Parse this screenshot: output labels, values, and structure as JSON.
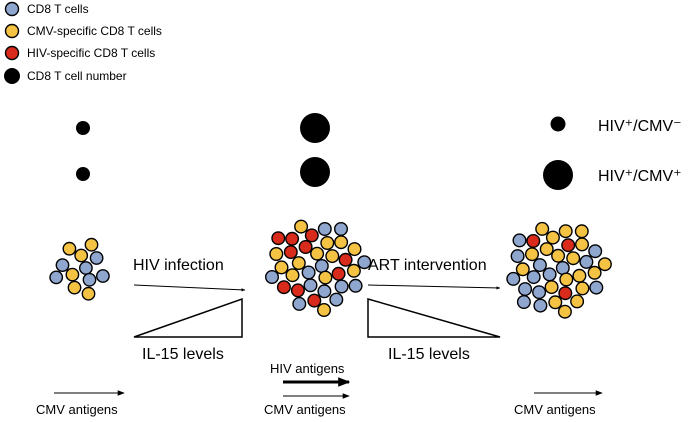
{
  "legend": [
    {
      "label": "CD8 T cells",
      "color": "#8fa6cf"
    },
    {
      "label": "CMV-specific CD8 T cells",
      "color": "#f5c343"
    },
    {
      "label": "HIV-specific CD8 T cells",
      "color": "#d92b1c"
    },
    {
      "label": "CD8 T cell number",
      "color": "#000000"
    }
  ],
  "stages": [
    {
      "name": "baseline",
      "cell_counts": {
        "cd8": 6,
        "cmv": 6,
        "hiv": 0
      }
    },
    {
      "name": "hiv-infection",
      "cell_counts": {
        "cd8": 12,
        "cmv": 13,
        "hiv": 10
      }
    },
    {
      "name": "art-intervention",
      "cell_counts": {
        "cd8": 14,
        "cmv": 19,
        "hiv": 3
      }
    }
  ],
  "groups": [
    {
      "label": "HIV⁺/CMV⁻"
    },
    {
      "label": "HIV⁺/CMV⁺"
    }
  ],
  "cd8_number_trend": {
    "hiv_pos_cmv_neg": [
      "small",
      "large",
      "small"
    ],
    "hiv_pos_cmv_pos": [
      "small",
      "large",
      "large"
    ]
  },
  "transitions": [
    {
      "label": "HIV infection",
      "il15_label": "IL-15 levels",
      "il15_trend": "increasing"
    },
    {
      "label": "ART intervention",
      "il15_label": "IL-15 levels",
      "il15_trend": "decreasing"
    }
  ],
  "antigens": [
    {
      "stage": "baseline",
      "items": [
        {
          "label": "CMV antigens",
          "strength": "normal"
        }
      ]
    },
    {
      "stage": "hiv-infection",
      "items": [
        {
          "label": "HIV antigens",
          "strength": "strong"
        },
        {
          "label": "CMV antigens",
          "strength": "normal"
        }
      ]
    },
    {
      "stage": "art-intervention",
      "items": [
        {
          "label": "CMV antigens",
          "strength": "normal"
        }
      ]
    }
  ]
}
